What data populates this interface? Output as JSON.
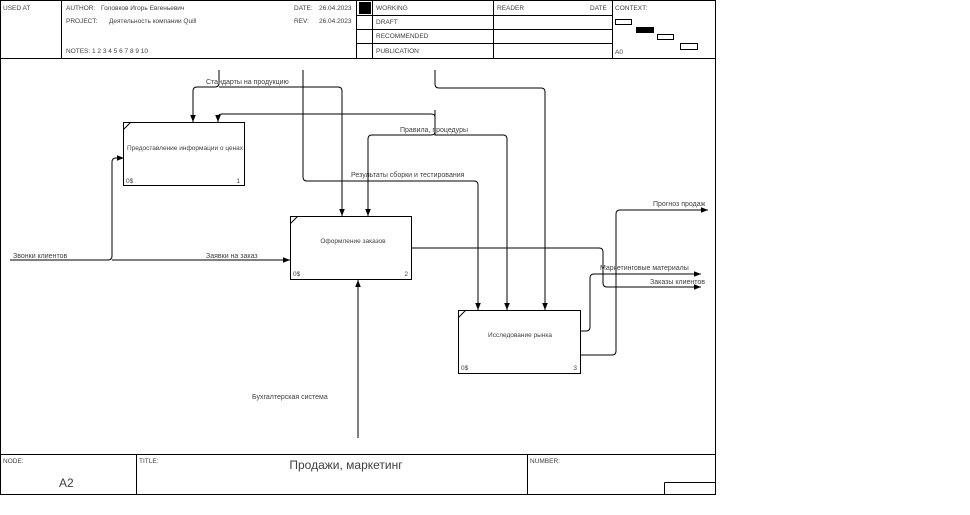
{
  "header": {
    "used_at": "USED AT",
    "author_label": "AUTHOR:",
    "author": "Головков Игорь Евгеньевич",
    "project_label": "PROJECT:",
    "project": "Деятельность компании Quill",
    "date_label": "DATE:",
    "date": "26.04.2023",
    "rev_label": "REV:",
    "rev": "26.04.2023",
    "notes": "NOTES:  1  2  3  4  5  6  7  8  9  10",
    "status": [
      "WORKING",
      "DRAFT",
      "RECOMMENDED",
      "PUBLICATION"
    ],
    "reader_label": "READER",
    "reader_date_label": "DATE",
    "context_label": "CONTEXT:",
    "context_node": "A0"
  },
  "boxes": [
    {
      "title": "Предоставление информации о ценах",
      "code": "0$",
      "num": "1"
    },
    {
      "title": "Оформление заказов",
      "code": "0$",
      "num": "2"
    },
    {
      "title": "Исследование рынка",
      "code": "0$",
      "num": "3"
    }
  ],
  "arrows": {
    "standards": "Стандарты на продукцию",
    "rules": "Правила, процедуры",
    "test_results": "Результаты сборки и тестирования",
    "client_calls": "Звонки клиентов",
    "order_requests": "Заявки на заказ",
    "forecast": "Прогноз продаж",
    "marketing": "Маркетинговые материалы",
    "client_orders": "Заказы клиентов",
    "accounting": "Бухгалтерская система"
  },
  "footer": {
    "node_label": "NODE:",
    "node": "A2",
    "title_label": "TITLE:",
    "title": "Продажи, маркетинг",
    "number_label": "NUMBER:"
  }
}
